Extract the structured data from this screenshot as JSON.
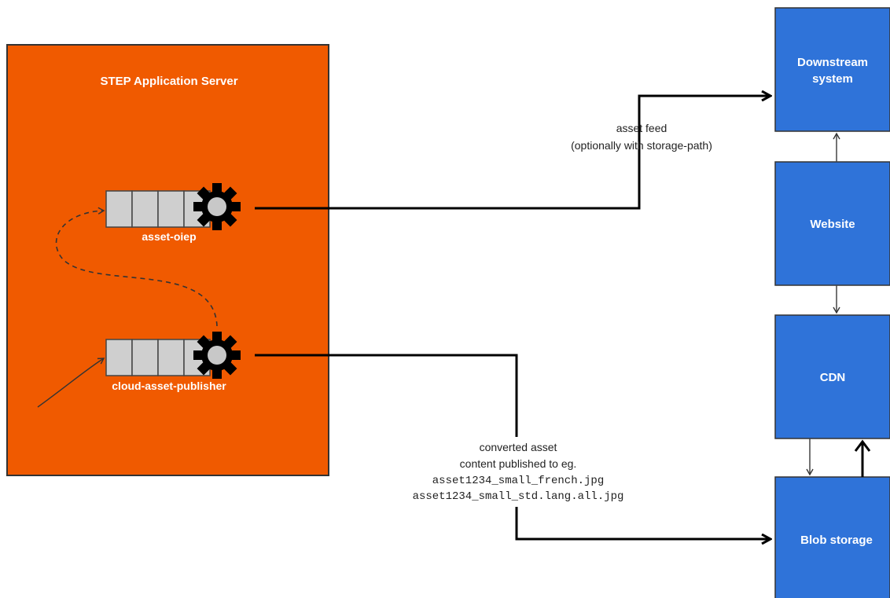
{
  "server": {
    "title": "STEP Application Server",
    "color": "#f05a00"
  },
  "queues": [
    {
      "label": "asset-oiep"
    },
    {
      "label": "cloud-asset-publisher"
    }
  ],
  "boxes": [
    {
      "label_lines": [
        "Downstream",
        "system"
      ]
    },
    {
      "label_lines": [
        "Website"
      ]
    },
    {
      "label_lines": [
        "CDN"
      ]
    },
    {
      "label_lines": [
        "Blob storage"
      ]
    }
  ],
  "box_color": "#2f73d9",
  "edges": {
    "asset_feed": {
      "lines": [
        "asset feed",
        "(optionally with storage-path)"
      ]
    },
    "converted_asset": {
      "lines": [
        "converted asset",
        "content published to eg."
      ],
      "code_lines": [
        "asset1234_small_french.jpg",
        "asset1234_small_std.lang.all.jpg"
      ]
    }
  }
}
